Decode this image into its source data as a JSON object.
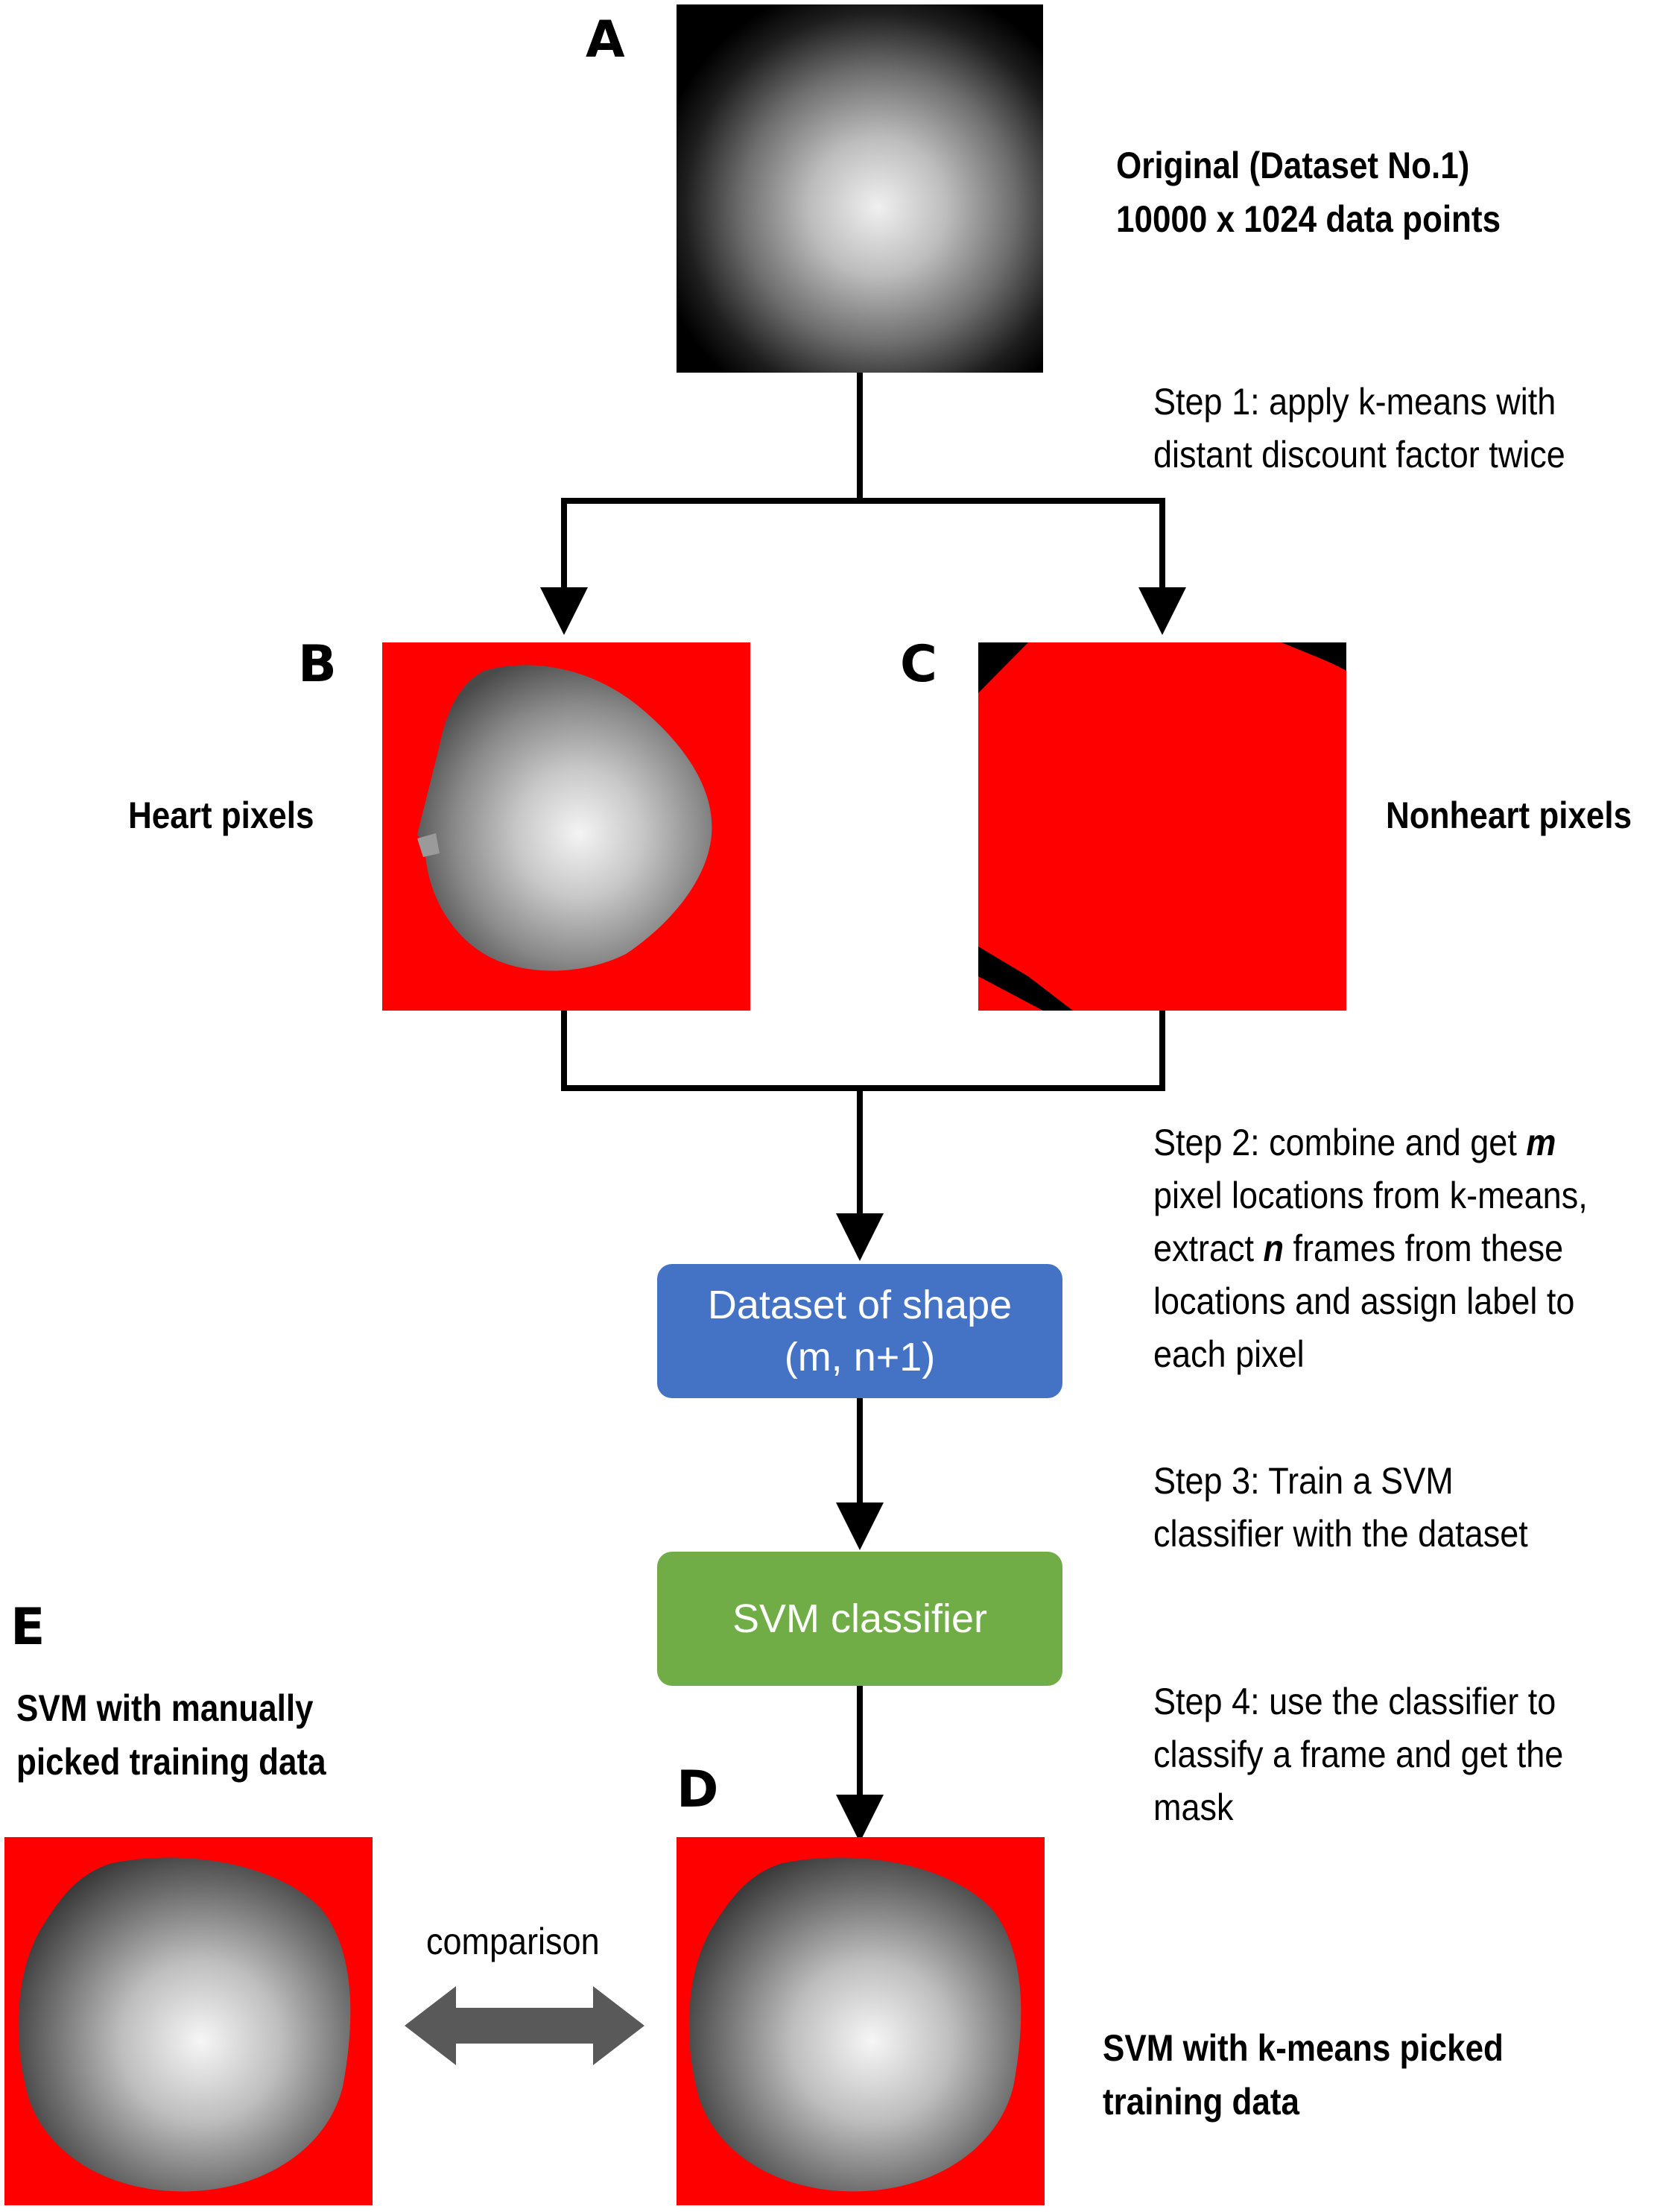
{
  "panels": {
    "a": {
      "letter": "A",
      "label_line1": "Original (Dataset No.1)",
      "label_line2": "10000 x 1024 data points"
    },
    "b": {
      "letter": "B",
      "label": "Heart pixels"
    },
    "c": {
      "letter": "C",
      "label": "Nonheart pixels"
    },
    "d": {
      "letter": "D",
      "label_line1": "SVM with k-means picked",
      "label_line2": "training data"
    },
    "e": {
      "letter": "E",
      "label_line1": "SVM with manually",
      "label_line2": "picked training data"
    }
  },
  "steps": {
    "step1": {
      "line1": "Step 1: apply k-means with",
      "line2": "distant discount factor twice"
    },
    "step2": {
      "line1_prefix": "Step 2: combine and get ",
      "line1_var": "m",
      "line2": "pixel locations from k-means,",
      "line3_prefix": "extract ",
      "line3_var": "n",
      "line3_suffix": " frames from these",
      "line4": "locations and assign label to",
      "line5": "each pixel"
    },
    "step3": {
      "line1": "Step 3: Train a SVM",
      "line2": "classifier with the dataset"
    },
    "step4": {
      "line1": "Step 4: use the classifier to",
      "line2": "classify a frame and get the",
      "line3": "mask"
    }
  },
  "boxes": {
    "dataset": {
      "line1": "Dataset of shape",
      "line2": "(m, n+1)"
    },
    "svm": {
      "label": "SVM classifier"
    }
  },
  "comparison_label": "comparison",
  "colors": {
    "mask_red": "#ff0000",
    "dataset_box": "#4472c4",
    "svm_box": "#70ad47",
    "arrow": "#000000",
    "comparison_arrow": "#595959"
  }
}
